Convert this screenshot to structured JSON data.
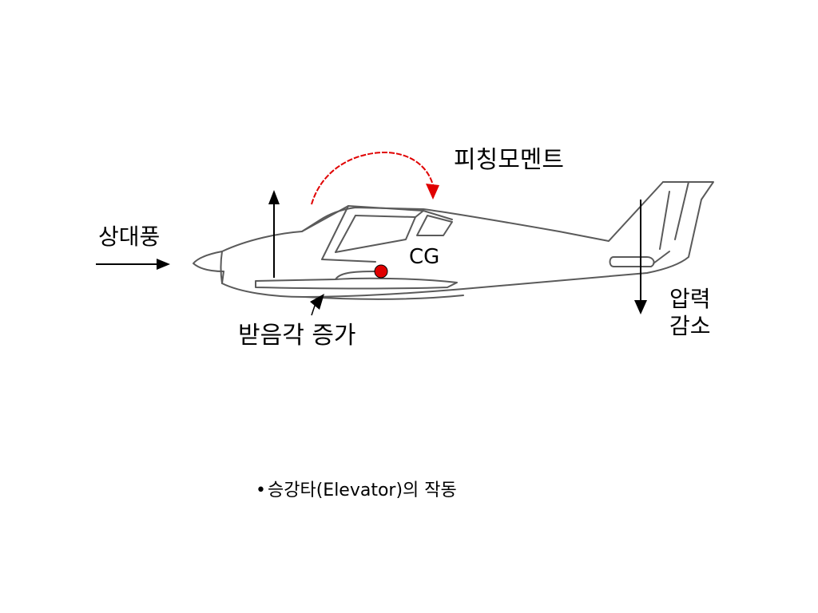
{
  "labels": {
    "pitching_moment": "피칭모멘트",
    "relative_wind": "상대풍",
    "cg": "CG",
    "aoa_increase": "받음각 증가",
    "pressure_decrease": "압력\n감소"
  },
  "caption": {
    "bullet": "•",
    "text": "승강타(Elevator)의 작동"
  },
  "colors": {
    "moment_arrow": "#e00000",
    "cg_dot": "#e00000",
    "outline": "#555555"
  }
}
